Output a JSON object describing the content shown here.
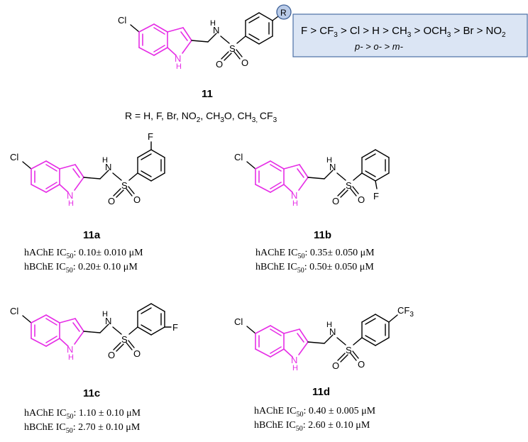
{
  "main_compound": {
    "label": "11",
    "r_definition": [
      "R = H, F, Br, NO",
      "2",
      ", CH",
      "3",
      "O, CH",
      "3, ",
      "CF",
      "3"
    ],
    "sar_box": {
      "line1": [
        "F > CF",
        "3",
        " > Cl > H > CH",
        "3",
        " > OCH",
        "3",
        " > Br > NO",
        "2"
      ],
      "line2": "p- > o- > m-"
    },
    "r_circle_label": "R"
  },
  "atoms": {
    "cl": "Cl",
    "nh": "H",
    "n": "N",
    "s": "S",
    "o": "O",
    "f": "F",
    "cf3": [
      "CF",
      "3"
    ]
  },
  "compounds": [
    {
      "id": "11a",
      "hache": [
        "hAChE IC",
        "50",
        ": 0.10± 0.010 μM"
      ],
      "hbche": [
        "hBChE IC",
        "50",
        ": 0.20± 0.10 μM"
      ]
    },
    {
      "id": "11b",
      "hache": [
        "hAChE IC",
        "50",
        ": 0.35± 0.050 μM"
      ],
      "hbche": [
        "hBChE IC",
        "50",
        ": 0.50± 0.050 μM"
      ]
    },
    {
      "id": "11c",
      "hache": [
        "hAChE IC",
        "50",
        ": 1.10 ± 0.10 μM"
      ],
      "hbche": [
        "hBChE IC",
        "50",
        ": 2.70 ± 0.10 μM"
      ]
    },
    {
      "id": "11d",
      "hache": [
        "hAChE IC",
        "50",
        ": 0.40 ± 0.005 μM"
      ],
      "hbche": [
        "hBChE IC",
        "50",
        ": 2.60 ± 0.10 μM"
      ]
    }
  ],
  "colors": {
    "indole": "#e62ee6",
    "sar_box_fill": "#dbe5f4",
    "sar_box_stroke": "#4a6fa5",
    "r_circle_fill": "#b9cbe8",
    "r_circle_stroke": "#3c5f96"
  }
}
